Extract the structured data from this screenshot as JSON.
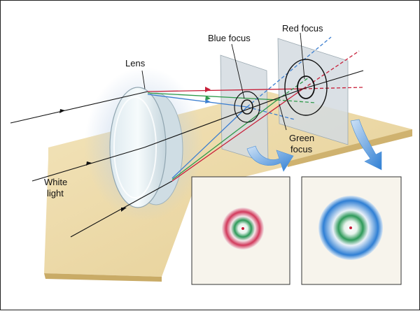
{
  "labels": {
    "lens": "Lens",
    "white_light_line1": "White",
    "white_light_line2": "light",
    "blue_focus": "Blue focus",
    "red_focus": "Red focus",
    "green_focus_line1": "Green",
    "green_focus_line2": "focus"
  },
  "colors": {
    "red_ray": "#c8203a",
    "green_ray": "#2f9a4a",
    "blue_ray": "#3d7fd0",
    "white_ray": "#111111",
    "table": "#ecd9a8",
    "screen": "#d6dde1"
  }
}
